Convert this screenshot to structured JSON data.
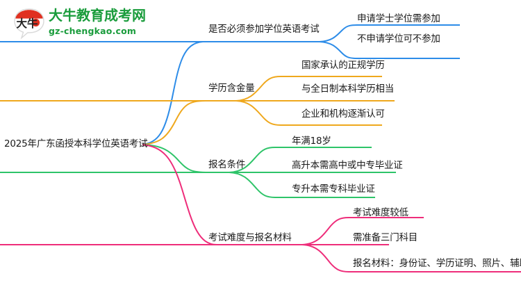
{
  "logo": {
    "mark_icon": "speech-bubble-logo-icon",
    "mark_text": "大牛",
    "name_cn": "大牛教育成考网",
    "name_en": "gz-chengkao.com",
    "brand_green": "#1a9c3c",
    "brand_red": "#e03020"
  },
  "mindmap": {
    "root": "2025年广东函授本科学位英语考试",
    "branches": [
      {
        "label": "是否必须参加学位英语考试",
        "color": "#2d8ce8",
        "children": [
          "申请学士学位需参加",
          "不申请学位可不参加"
        ]
      },
      {
        "label": "学历含金量",
        "color": "#efa81d",
        "children": [
          "国家承认的正规学历",
          "与全日制本科学历相当",
          "企业和机构逐渐认可"
        ]
      },
      {
        "label": "报名条件",
        "color": "#2ec469",
        "children": [
          "年满18岁",
          "高升本需高中或中专毕业证",
          "专升本需专科毕业证"
        ]
      },
      {
        "label": "考试难度与报名材料",
        "color": "#ee2d7a",
        "children": [
          "考试难度较低",
          "需准备三门科目",
          "报名材料：身份证、学历证明、照片、辅助材料"
        ]
      }
    ]
  }
}
